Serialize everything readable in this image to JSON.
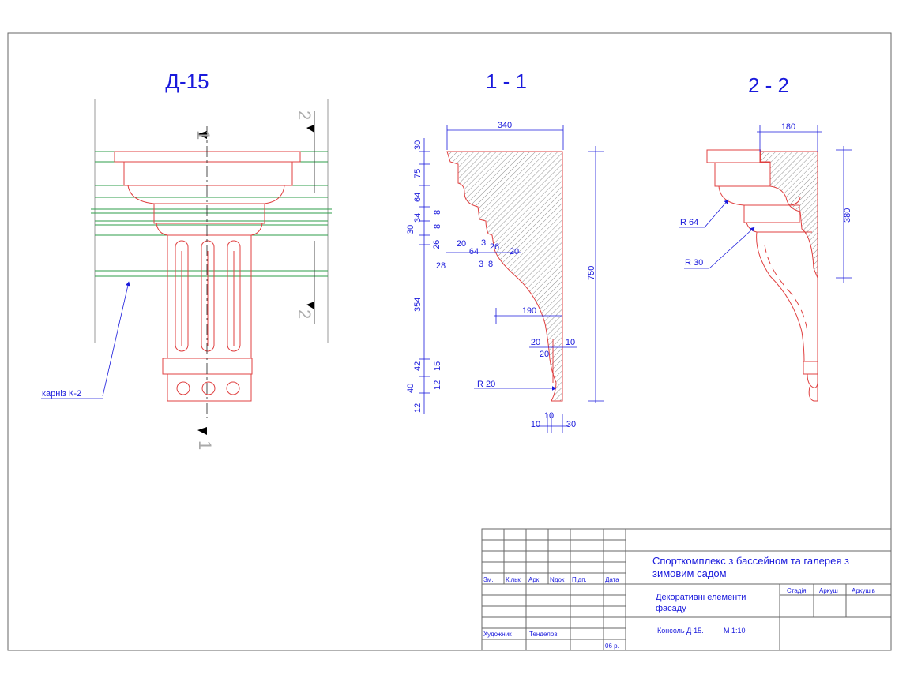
{
  "views": {
    "d15": {
      "title": "Д-15",
      "cut1_top": "1",
      "cut1_bottom": "1",
      "cut2_top": "2",
      "cut2_bottom": "2",
      "leader": "карніз К-2"
    },
    "s11": {
      "title": "1 - 1"
    },
    "s22": {
      "title": "2 - 2"
    }
  },
  "dims_11": {
    "top_width": "340",
    "height": "750",
    "left": [
      "30",
      "75",
      "64",
      "30",
      "34",
      "8",
      "8",
      "26",
      "354",
      "42",
      "40",
      "12",
      "15",
      "12"
    ],
    "mid": [
      "20",
      "64",
      "3",
      "26",
      "20",
      "28",
      "3",
      "8"
    ],
    "depth": "190",
    "low": [
      "20",
      "10",
      "20"
    ],
    "radius": "R 20",
    "bottom": [
      "10",
      "10",
      "30"
    ]
  },
  "dims_22": {
    "top_width": "180",
    "height": "380",
    "r1": "R 64",
    "r2": "R 30"
  },
  "title_block": {
    "project": "Спорткомплекс з бассейном та галерея з зимовим садом",
    "project_line1": "Спорткомплекс з бассейном та галерея з",
    "project_line2": "зимовим садом",
    "sheet_title_line1": "Декоративні елементи",
    "sheet_title_line2": "фасаду",
    "drawing": "Консоль Д-15.",
    "scale": "М 1:10",
    "headers": [
      "Зм.",
      "Кільк",
      "Арк.",
      "Nдок",
      "Підп.",
      "Дата"
    ],
    "stage_headers": [
      "Стадія",
      "Аркуш",
      "Аркушів"
    ],
    "role": "Художник",
    "author": "Тенделов",
    "date": "06 р."
  },
  "colors": {
    "annotation": "#1a1adc",
    "outline": "#e04040",
    "cornice": "#2e9e4a",
    "frame": "#666666"
  }
}
